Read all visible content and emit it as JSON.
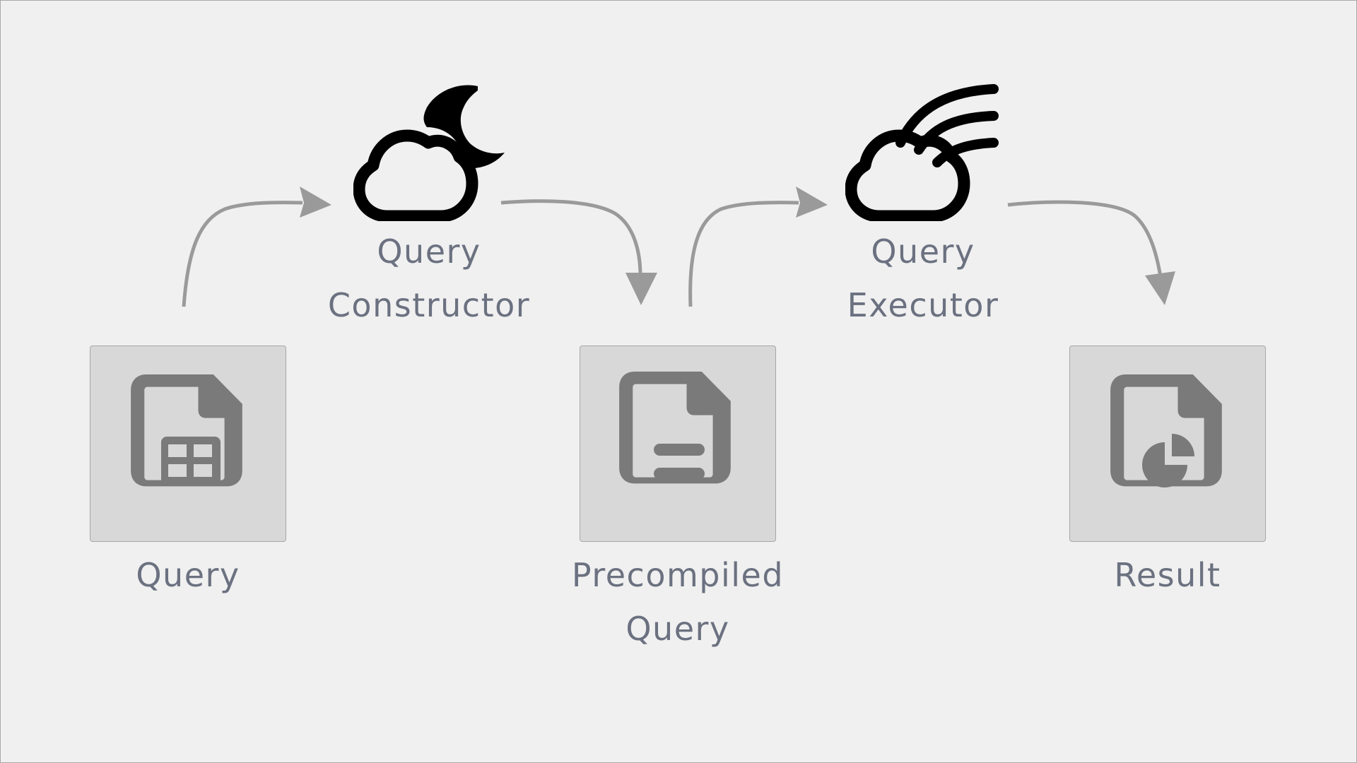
{
  "diagram": {
    "nodes": [
      {
        "id": "query",
        "lines": [
          "Query"
        ],
        "icon": "spreadsheet-file-icon"
      },
      {
        "id": "precompiled",
        "lines": [
          "Precompiled",
          "Query"
        ],
        "icon": "document-file-icon"
      },
      {
        "id": "result",
        "lines": [
          "Result"
        ],
        "icon": "pie-chart-file-icon"
      }
    ],
    "processes": [
      {
        "id": "constructor",
        "lines": [
          "Query",
          "Constructor"
        ],
        "icon": "cloud-moon-icon"
      },
      {
        "id": "executor",
        "lines": [
          "Query",
          "Executor"
        ],
        "icon": "cloud-rainbow-icon"
      }
    ],
    "colors": {
      "background": "#f0f0f0",
      "box_fill": "#d8d8d8",
      "box_icon": "#7a7a7a",
      "label_text": "#6b7180",
      "arrow": "#9a9a9a",
      "process_icon": "#000000"
    }
  }
}
